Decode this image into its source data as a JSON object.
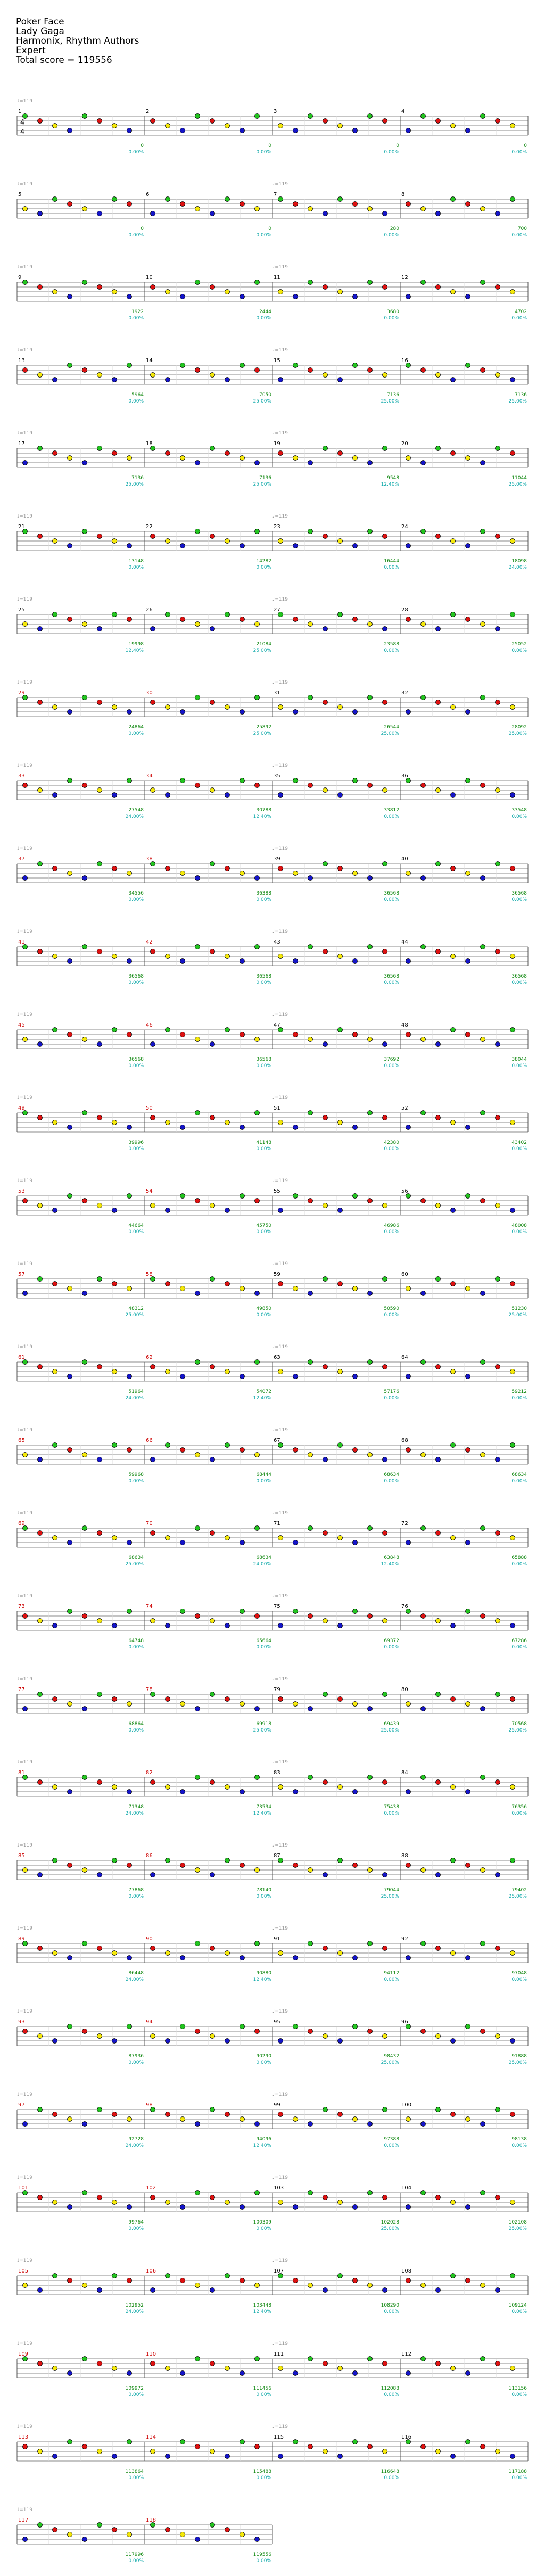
{
  "song": {
    "title": "Poker Face",
    "artist": "Lady Gaga",
    "charter": "Harmonix, Rhythm Authors",
    "difficulty": "Expert",
    "total_score": "Total score = 119556"
  },
  "colors": {
    "green": "#22c41f",
    "red": "#dd1111",
    "yellow": "#f4e80a",
    "blue": "#1515c8",
    "orange": "#f59a00",
    "starpower": "#22ee22",
    "overdrive_fill": "#8fe88f",
    "solo_fill": "#8484f0",
    "staff_line": "#888888",
    "measure_num_fast": "#cc0000",
    "score": "#118811",
    "percent": "#11aaaa",
    "tempo": "#999999"
  },
  "time_signature": "4/4",
  "tempo_label": "♩=119",
  "rows": [
    {
      "m": [
        1,
        2,
        3,
        4
      ],
      "scores": [
        "0",
        "0",
        "0",
        "0"
      ],
      "pct": [
        "0.00%",
        "0.00%",
        "0.00%",
        "0.00%"
      ],
      "tempo": [
        0
      ]
    },
    {
      "m": [
        5,
        6,
        7,
        8
      ],
      "scores": [
        "0",
        "0",
        "280",
        "700"
      ],
      "pct": [
        "0.00%",
        "0.00%",
        "0.00%",
        "0.00%"
      ],
      "tempo": [
        0,
        2
      ]
    },
    {
      "m": [
        9,
        10,
        11,
        12
      ],
      "scores": [
        "1922",
        "2444",
        "3680",
        "4702"
      ],
      "pct": [
        "0.00%",
        "0.00%",
        "0.00%",
        "0.00%"
      ],
      "tempo": [
        0,
        2
      ]
    },
    {
      "m": [
        13,
        14,
        15,
        16
      ],
      "scores": [
        "5964",
        "7050",
        "7136",
        "7136"
      ],
      "pct": [
        "0.00%",
        "25.00%",
        "25.00%",
        "25.00%"
      ],
      "tempo": [
        0,
        2
      ]
    },
    {
      "m": [
        17,
        18,
        19,
        20
      ],
      "scores": [
        "7136",
        "7136",
        "9548",
        "11044"
      ],
      "pct": [
        "25.00%",
        "25.00%",
        "12.40%",
        "25.00%"
      ],
      "tempo": [
        0,
        2
      ]
    },
    {
      "m": [
        21,
        22,
        23,
        24
      ],
      "scores": [
        "13148",
        "14282",
        "16444",
        "18098"
      ],
      "pct": [
        "0.00%",
        "0.00%",
        "0.00%",
        "24.00%"
      ],
      "tempo": [
        0,
        2
      ]
    },
    {
      "m": [
        25,
        26,
        27,
        28
      ],
      "scores": [
        "19998",
        "21084",
        "23588",
        "25052"
      ],
      "pct": [
        "12.40%",
        "25.00%",
        "0.00%",
        "0.00%"
      ],
      "tempo": [
        0,
        2
      ]
    },
    {
      "m": [
        29,
        30,
        31,
        32
      ],
      "scores": [
        "24864",
        "25892",
        "26544",
        "28092"
      ],
      "pct": [
        "0.00%",
        "25.00%",
        "25.00%",
        "25.00%"
      ],
      "tempo": [
        0,
        2
      ]
    },
    {
      "m": [
        33,
        34,
        35,
        36
      ],
      "scores": [
        "27548",
        "30788",
        "33812",
        "33548"
      ],
      "pct": [
        "24.00%",
        "12.40%",
        "0.00%",
        "0.00%"
      ],
      "tempo": [
        0,
        2
      ]
    },
    {
      "m": [
        37,
        38,
        39,
        40
      ],
      "scores": [
        "34556",
        "36388",
        "36568",
        "36568"
      ],
      "pct": [
        "0.00%",
        "0.00%",
        "0.00%",
        "0.00%"
      ],
      "tempo": [
        0,
        2
      ]
    },
    {
      "m": [
        41,
        42,
        43,
        44
      ],
      "scores": [
        "36568",
        "36568",
        "36568",
        "36568"
      ],
      "pct": [
        "0.00%",
        "0.00%",
        "0.00%",
        "0.00%"
      ],
      "tempo": [
        0,
        2
      ]
    },
    {
      "m": [
        45,
        46,
        47,
        48
      ],
      "scores": [
        "36568",
        "36568",
        "37692",
        "38044"
      ],
      "pct": [
        "0.00%",
        "0.00%",
        "0.00%",
        "0.00%"
      ],
      "tempo": [
        0,
        2
      ]
    },
    {
      "m": [
        49,
        50,
        51,
        52
      ],
      "scores": [
        "39996",
        "41148",
        "42380",
        "43402"
      ],
      "pct": [
        "0.00%",
        "0.00%",
        "0.00%",
        "0.00%"
      ],
      "tempo": [
        0,
        2
      ]
    },
    {
      "m": [
        53,
        54,
        55,
        56
      ],
      "scores": [
        "44664",
        "45750",
        "46986",
        "48008"
      ],
      "pct": [
        "0.00%",
        "0.00%",
        "0.00%",
        "0.00%"
      ],
      "tempo": [
        0,
        2
      ]
    },
    {
      "m": [
        57,
        58,
        59,
        60
      ],
      "scores": [
        "48312",
        "49850",
        "50590",
        "51230"
      ],
      "pct": [
        "25.00%",
        "0.00%",
        "0.00%",
        "25.00%"
      ],
      "tempo": [
        0,
        2
      ]
    },
    {
      "m": [
        61,
        62,
        63,
        64
      ],
      "scores": [
        "51964",
        "54072",
        "57176",
        "59212"
      ],
      "pct": [
        "24.00%",
        "12.40%",
        "0.00%",
        "0.00%"
      ],
      "tempo": [
        0,
        2
      ]
    },
    {
      "m": [
        65,
        66,
        67,
        68
      ],
      "scores": [
        "59968",
        "68444",
        "68634",
        "68634"
      ],
      "pct": [
        "0.00%",
        "0.00%",
        "0.00%",
        "0.00%"
      ],
      "tempo": [
        0,
        2
      ]
    },
    {
      "m": [
        69,
        70,
        71,
        72
      ],
      "scores": [
        "68634",
        "68634",
        "63848",
        "65888"
      ],
      "pct": [
        "25.00%",
        "24.00%",
        "12.40%",
        "0.00%"
      ],
      "tempo": [
        0,
        2
      ]
    },
    {
      "m": [
        73,
        74,
        75,
        76
      ],
      "scores": [
        "64748",
        "65664",
        "69372",
        "67286"
      ],
      "pct": [
        "0.00%",
        "0.00%",
        "0.00%",
        "0.00%"
      ],
      "tempo": [
        0,
        2
      ]
    },
    {
      "m": [
        77,
        78,
        79,
        80
      ],
      "scores": [
        "68864",
        "69918",
        "69439",
        "70568"
      ],
      "pct": [
        "0.00%",
        "25.00%",
        "25.00%",
        "25.00%"
      ],
      "tempo": [
        0,
        2
      ]
    },
    {
      "m": [
        81,
        82,
        83,
        84
      ],
      "scores": [
        "71348",
        "73534",
        "75438",
        "76356"
      ],
      "pct": [
        "24.00%",
        "12.40%",
        "0.00%",
        "0.00%"
      ],
      "tempo": [
        0,
        2
      ]
    },
    {
      "m": [
        85,
        86,
        87,
        88
      ],
      "scores": [
        "77868",
        "78140",
        "79044",
        "79402"
      ],
      "pct": [
        "0.00%",
        "0.00%",
        "25.00%",
        "25.00%"
      ],
      "tempo": [
        0,
        2
      ]
    },
    {
      "m": [
        89,
        90,
        91,
        92
      ],
      "scores": [
        "86448",
        "90880",
        "94112",
        "97048"
      ],
      "pct": [
        "24.00%",
        "12.40%",
        "0.00%",
        "0.00%"
      ],
      "tempo": [
        0,
        2
      ]
    },
    {
      "m": [
        93,
        94,
        95,
        96
      ],
      "scores": [
        "87936",
        "90290",
        "98432",
        "91888"
      ],
      "pct": [
        "0.00%",
        "0.00%",
        "25.00%",
        "25.00%"
      ],
      "tempo": [
        0,
        2
      ]
    },
    {
      "m": [
        97,
        98,
        99,
        100
      ],
      "scores": [
        "92728",
        "94096",
        "97388",
        "98138"
      ],
      "pct": [
        "24.00%",
        "12.40%",
        "0.00%",
        "0.00%"
      ],
      "tempo": [
        0,
        2
      ]
    },
    {
      "m": [
        101,
        102,
        103,
        104
      ],
      "scores": [
        "99764",
        "100309",
        "102028",
        "102108"
      ],
      "pct": [
        "0.00%",
        "0.00%",
        "25.00%",
        "25.00%"
      ],
      "tempo": [
        0,
        2
      ]
    },
    {
      "m": [
        105,
        106,
        107,
        108
      ],
      "scores": [
        "102952",
        "103448",
        "108290",
        "109124"
      ],
      "pct": [
        "24.00%",
        "12.40%",
        "0.00%",
        "0.00%"
      ],
      "tempo": [
        0,
        2
      ]
    },
    {
      "m": [
        109,
        110,
        111,
        112
      ],
      "scores": [
        "109972",
        "111456",
        "112088",
        "113156"
      ],
      "pct": [
        "0.00%",
        "0.00%",
        "0.00%",
        "0.00%"
      ],
      "tempo": [
        0,
        2
      ]
    },
    {
      "m": [
        113,
        114,
        115,
        116
      ],
      "scores": [
        "113864",
        "115488",
        "116648",
        "117188"
      ],
      "pct": [
        "0.00%",
        "0.00%",
        "0.00%",
        "0.00%"
      ],
      "tempo": [
        0,
        2
      ]
    },
    {
      "m": [
        117,
        118
      ],
      "scores": [
        "117996",
        "119556"
      ],
      "pct": [
        "0.00%",
        "0.00%"
      ],
      "tempo": [
        0
      ]
    }
  ]
}
